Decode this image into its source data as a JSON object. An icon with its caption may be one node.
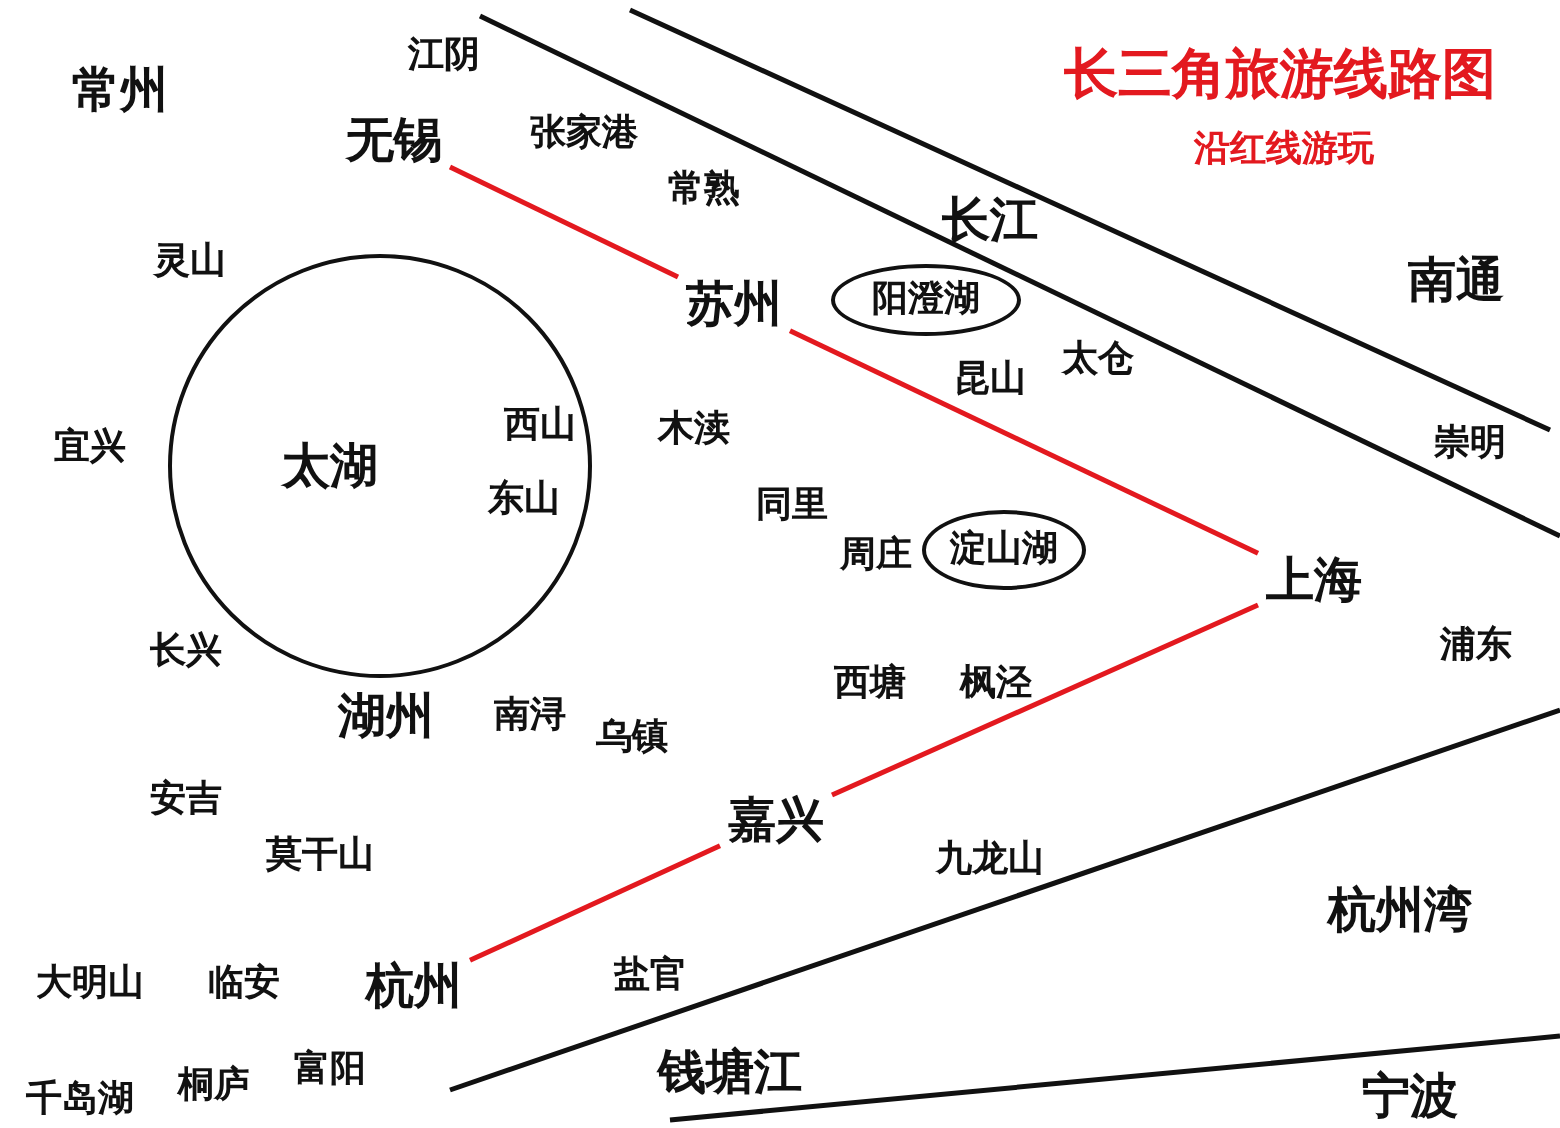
{
  "diagram": {
    "title": "长三角旅游线路图",
    "nodes": [
      {
        "text": [
          "无锡"
        ]
      },
      {
        "text": [
          "苏州"
        ]
      },
      {
        "text": [
          "阳澄湖"
        ]
      },
      {
        "text": [
          "太湖"
        ]
      },
      {
        "text": [
          "淀山湖"
        ]
      },
      {
        "text": [
          "上海"
        ]
      },
      {
        "text": [
          "嘉兴"
        ]
      },
      {
        "text": [
          "杭州"
        ]
      }
    ],
    "edges": [
      {
        "from": 0,
        "to": 1,
        "arrow": "none"
      },
      {
        "from": 1,
        "to": 5,
        "arrow": "none"
      },
      {
        "from": 5,
        "to": 6,
        "arrow": "none"
      },
      {
        "from": 6,
        "to": 7,
        "arrow": "none"
      }
    ],
    "labels": [
      "江阴",
      "常州",
      "张家港",
      "沿红线游玩",
      "常熟",
      "长江",
      "灵山",
      "南通",
      "太仓",
      "昆山",
      "西山",
      "木渎",
      "宜兴",
      "崇明",
      "东山",
      "同里",
      "周庄",
      "长兴",
      "浦东",
      "西塘",
      "枫泾",
      "湖州",
      "南浔",
      "乌镇",
      "安吉",
      "莫干山",
      "九龙山",
      "杭州湾",
      "大明山",
      "临安",
      "盐官",
      "富阳",
      "桐庐",
      "钱塘江",
      "千岛湖",
      "宁波"
    ]
  }
}
